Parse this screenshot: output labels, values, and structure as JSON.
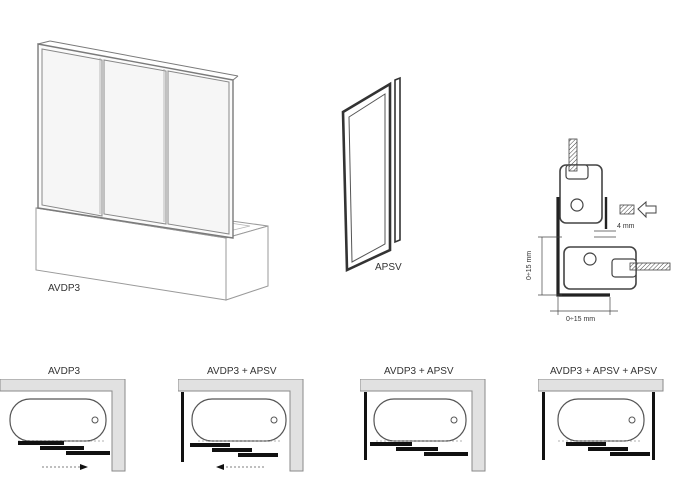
{
  "product_labels": {
    "avdp3": "AVDP3",
    "apsv": "APSV"
  },
  "detail": {
    "dim_4mm": "4 mm",
    "dim_horizontal": "0÷15 mm",
    "dim_vertical": "0÷15 mm"
  },
  "configs": [
    {
      "label": "AVDP3"
    },
    {
      "label": "AVDP3 + APSV"
    },
    {
      "label": "AVDP3 + APSV"
    },
    {
      "label": "AVDP3 + APSV + APSV"
    }
  ]
}
